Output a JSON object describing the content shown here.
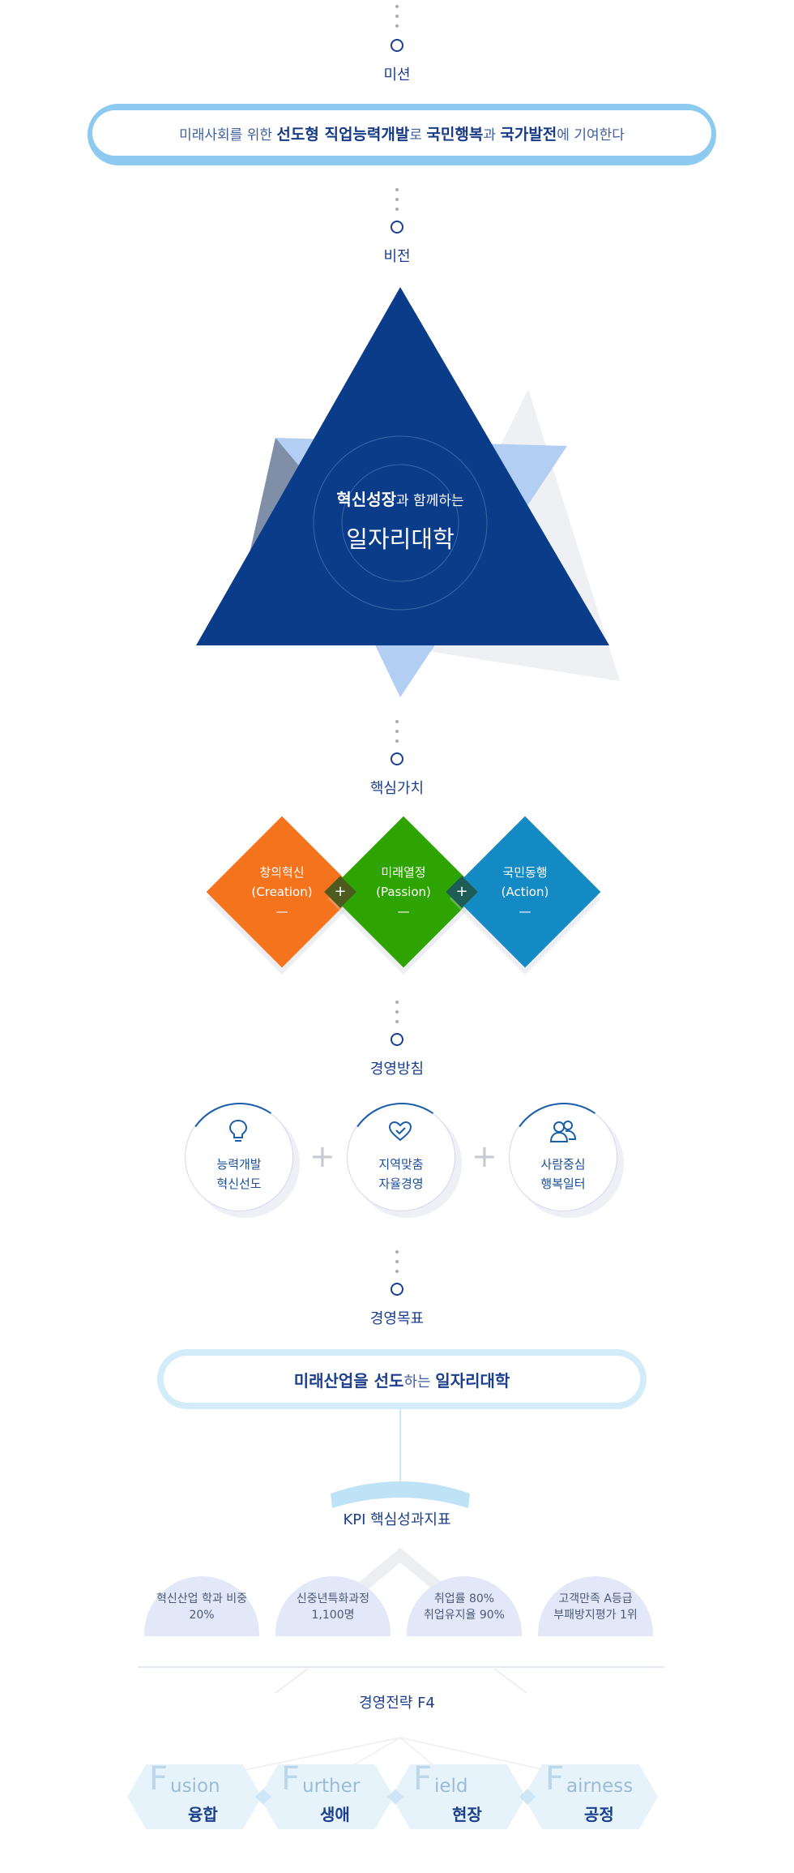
{
  "mission": {
    "label": "미션",
    "seg1": "미래사회를 위한 ",
    "seg2": "선도형 직업능력개발",
    "seg3": "로 ",
    "seg4": "국민행복",
    "seg5": "과 ",
    "seg6": "국가발전",
    "seg7": "에 기여한다"
  },
  "vision": {
    "label": "비전",
    "line1_bold": "혁신성장",
    "line1_rest": "과 함께하는",
    "line2": "일자리대학"
  },
  "core_values": {
    "label": "핵심가치",
    "items": [
      {
        "kr": "창의혁신",
        "en": "(Creation)",
        "mark": "—",
        "color": "#f5731d"
      },
      {
        "kr": "미래열정",
        "en": "(Passion)",
        "mark": "—",
        "color": "#2ea402"
      },
      {
        "kr": "국민동행",
        "en": "(Action)",
        "mark": "—",
        "color": "#148ac4"
      }
    ],
    "plus": "+"
  },
  "policy": {
    "label": "경영방침",
    "items": [
      {
        "line1": "능력개발",
        "line2": "혁신선도",
        "icon": "lightbulb-icon"
      },
      {
        "line1": "지역맞춤",
        "line2": "자율경영",
        "icon": "heart-icon"
      },
      {
        "line1": "사람중심",
        "line2": "행복일터",
        "icon": "people-icon"
      }
    ],
    "plus": "+"
  },
  "goal": {
    "label": "경영목표",
    "seg1": "미래산업을 선도",
    "seg2": "하는 ",
    "seg3": "일자리대학"
  },
  "kpi": {
    "label": "KPI 핵심성과지표",
    "items": [
      {
        "line1": "혁신산업 학과 비중",
        "line2": "20%"
      },
      {
        "line1": "신중년특화과정",
        "line2": "1,100명"
      },
      {
        "line1": "취업률 80%",
        "line2": "취업유지율 90%"
      },
      {
        "line1": "고객만족 A등급",
        "line2": "부패방지평가 1위"
      }
    ]
  },
  "strategy": {
    "label": "경영전략 F4",
    "items": [
      {
        "initial": "F",
        "rest": "usion",
        "kr": "융합"
      },
      {
        "initial": "F",
        "rest": "urther",
        "kr": "생애"
      },
      {
        "initial": "F",
        "rest": "ield",
        "kr": "현장"
      },
      {
        "initial": "F",
        "rest": "airness",
        "kr": "공정"
      }
    ]
  },
  "colors": {
    "navy": "#0b3c89",
    "light_blue": "#8fbbea",
    "mission_border": "#8ccbef",
    "goal_border": "#d3ecf9"
  }
}
